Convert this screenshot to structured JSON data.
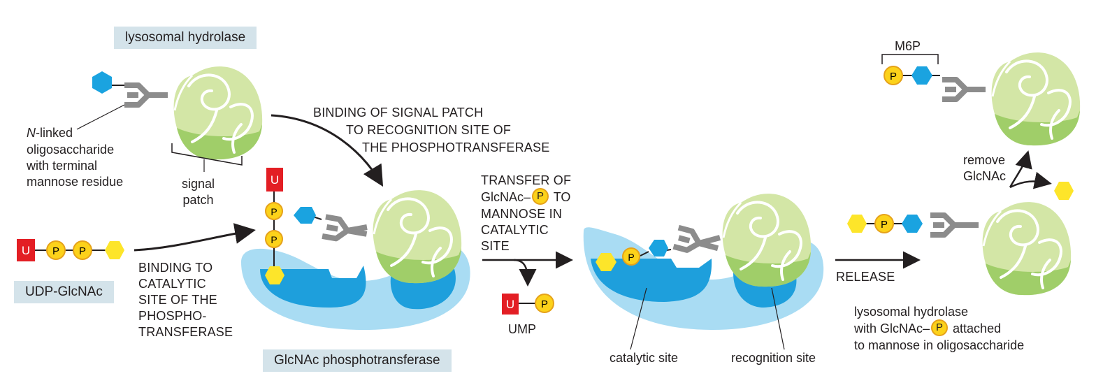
{
  "labels": {
    "lysosomal_hydrolase": "lysosomal hydrolase",
    "udp_glcnac": "UDP-GlcNAc",
    "glcnac_phosphotransferase": "GlcNAc phosphotransferase",
    "n_linked_prefix": "N",
    "n_linked_rest": "-linked",
    "oligosaccharide_desc": "oligosaccharide\nwith terminal\nmannose residue",
    "signal_patch": "signal\npatch",
    "binding_signal_patch_1": "BINDING OF SIGNAL PATCH",
    "binding_signal_patch_2": "TO RECOGNITION SITE OF",
    "binding_signal_patch_3": "THE PHOSPHOTRANSFERASE",
    "binding_catalytic": "BINDING TO\nCATALYTIC\nSITE OF THE\nPHOSPHO-\nTRANSFERASE",
    "transfer_1": "TRANSFER OF",
    "transfer_2a": "GlcNAc–",
    "transfer_2b": " TO",
    "transfer_rest": "MANNOSE IN\nCATALYTIC\nSITE",
    "ump": "UMP",
    "catalytic_site": "catalytic site",
    "recognition_site": "recognition site",
    "release": "RELEASE",
    "m6p": "M6P",
    "remove_glcnac": "remove\nGlcNAc",
    "result_1": "lysosomal hydrolase",
    "result_2a": "with GlcNAc–",
    "result_2b": " attached",
    "result_3": "to mannose in oligosaccharide"
  },
  "symbols": {
    "uridine": "U",
    "phosphate": "P"
  },
  "colors": {
    "uridine_red": "#e31e24",
    "phosphate_yellow": "#fcd21a",
    "glcnac_yellow": "#fde52a",
    "mannose_blue": "#1aa3e0",
    "enzyme_light": "#a9dcf3",
    "enzyme_dark": "#1e9fdc",
    "protein_light": "#d3e6a6",
    "protein_dark": "#9acb63",
    "oligo_grey": "#8c8c8c",
    "label_box": "#d4e3ea"
  }
}
